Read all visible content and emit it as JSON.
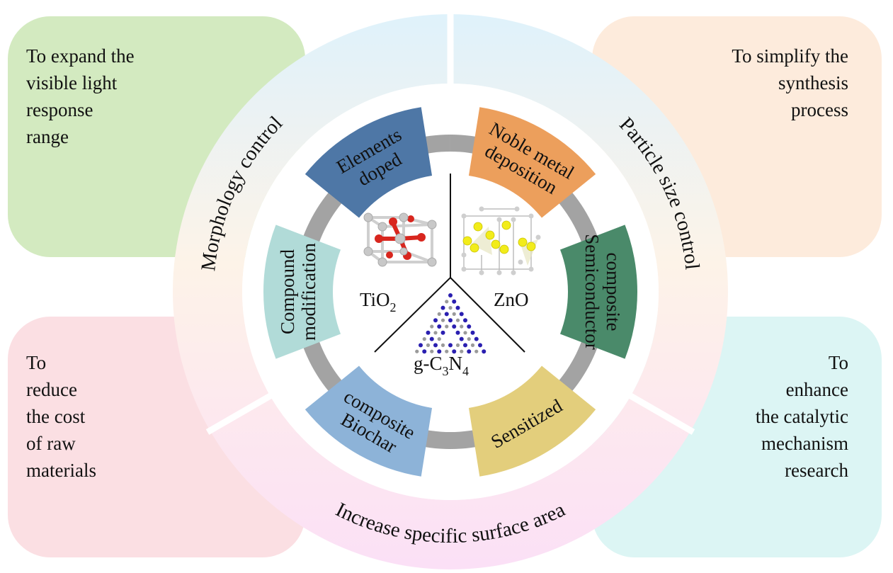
{
  "goals": {
    "top_left": "To expand the\nvisible light\nresponse\nrange",
    "top_right": "To simplify the\nsynthesis\nprocess",
    "bottom_left": "To\nreduce\nthe cost\nof raw\nmaterials",
    "bottom_right": "To\nenhance\nthe catalytic\nmechanism\nresearch"
  },
  "goal_colors": {
    "top_left": "#d3eac0",
    "top_right": "#fdebdc",
    "bottom_left": "#fbdfe3",
    "bottom_right": "#dcf5f4"
  },
  "outer_ring": {
    "labels": {
      "left": "Morphology control",
      "right": "Particle size control",
      "bottom": "Increase specific surface area"
    }
  },
  "strategies": [
    {
      "label_lines": [
        "Elements",
        "doped"
      ],
      "color": "#4e77a6"
    },
    {
      "label_lines": [
        "Noble metal",
        "deposition"
      ],
      "color": "#ec9f5c"
    },
    {
      "label_lines": [
        "Semiconductor",
        "composite"
      ],
      "color": "#4a8a6a"
    },
    {
      "label_lines": [
        "Sensitized"
      ],
      "color": "#e3ce7c"
    },
    {
      "label_lines": [
        "Biochar",
        "composite"
      ],
      "color": "#8db3d8"
    },
    {
      "label_lines": [
        "Compound",
        "modification"
      ],
      "color": "#b1dbd8"
    }
  ],
  "connector_ring_color": "#a3a3a3",
  "materials": {
    "tio2": {
      "base": "TiO",
      "sub": "2"
    },
    "zno": {
      "base": "ZnO"
    },
    "gc3n4": {
      "prefix": "g-C",
      "sub1": "3",
      "mid": "N",
      "sub2": "4"
    }
  }
}
